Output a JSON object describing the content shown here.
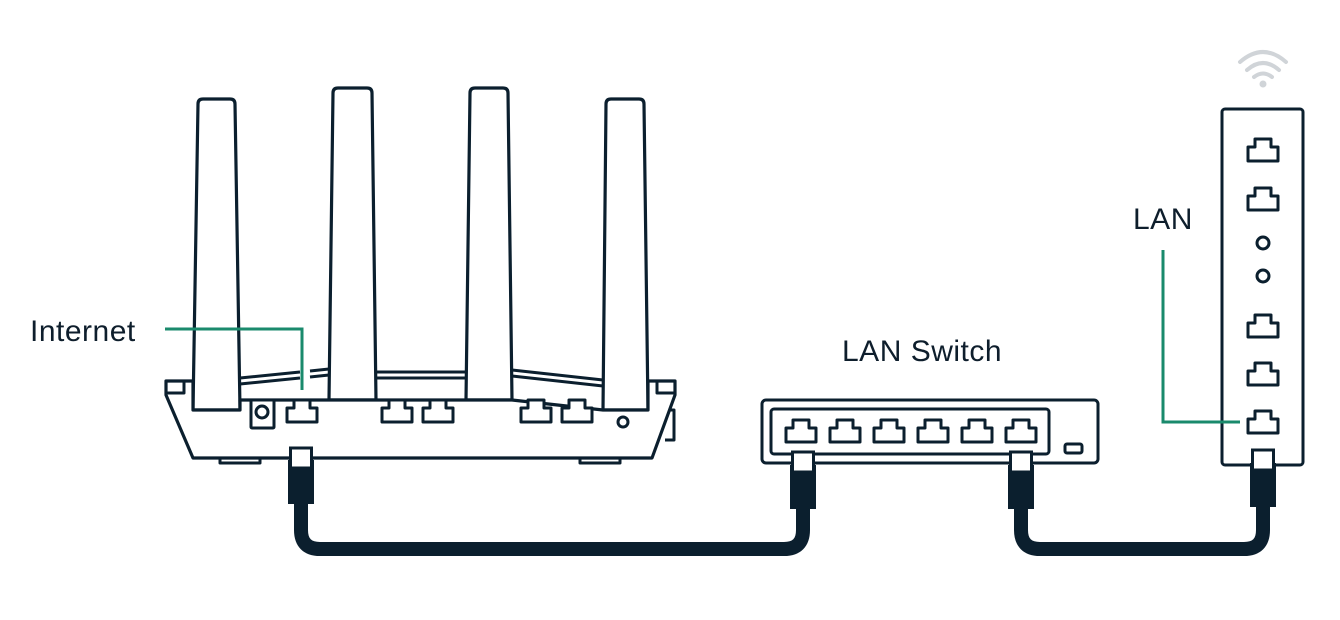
{
  "diagram": {
    "title": "Router to LAN Switch to Access Point wiring",
    "colors": {
      "outline": "#0b1f2e",
      "callout": "#1a8a6c",
      "wifi": "#d0d4d8",
      "background": "#ffffff"
    },
    "labels": {
      "internet": "Internet",
      "lan_switch": "LAN Switch",
      "lan": "LAN"
    },
    "devices": [
      {
        "id": "router",
        "name": "Router",
        "antennas": 4,
        "ports": [
          "power",
          "internet",
          "lan1",
          "lan2",
          "lan3",
          "lan4"
        ],
        "buttons": [
          "reset"
        ]
      },
      {
        "id": "switch",
        "name": "LAN Switch",
        "ports": 6
      },
      {
        "id": "access-point",
        "name": "Access Point",
        "ports": 5,
        "leds": 2,
        "wireless": true
      }
    ],
    "connections": [
      {
        "from": "router.internet",
        "to": "switch.port1"
      },
      {
        "from": "switch.port6",
        "to": "access-point.lan"
      }
    ]
  }
}
